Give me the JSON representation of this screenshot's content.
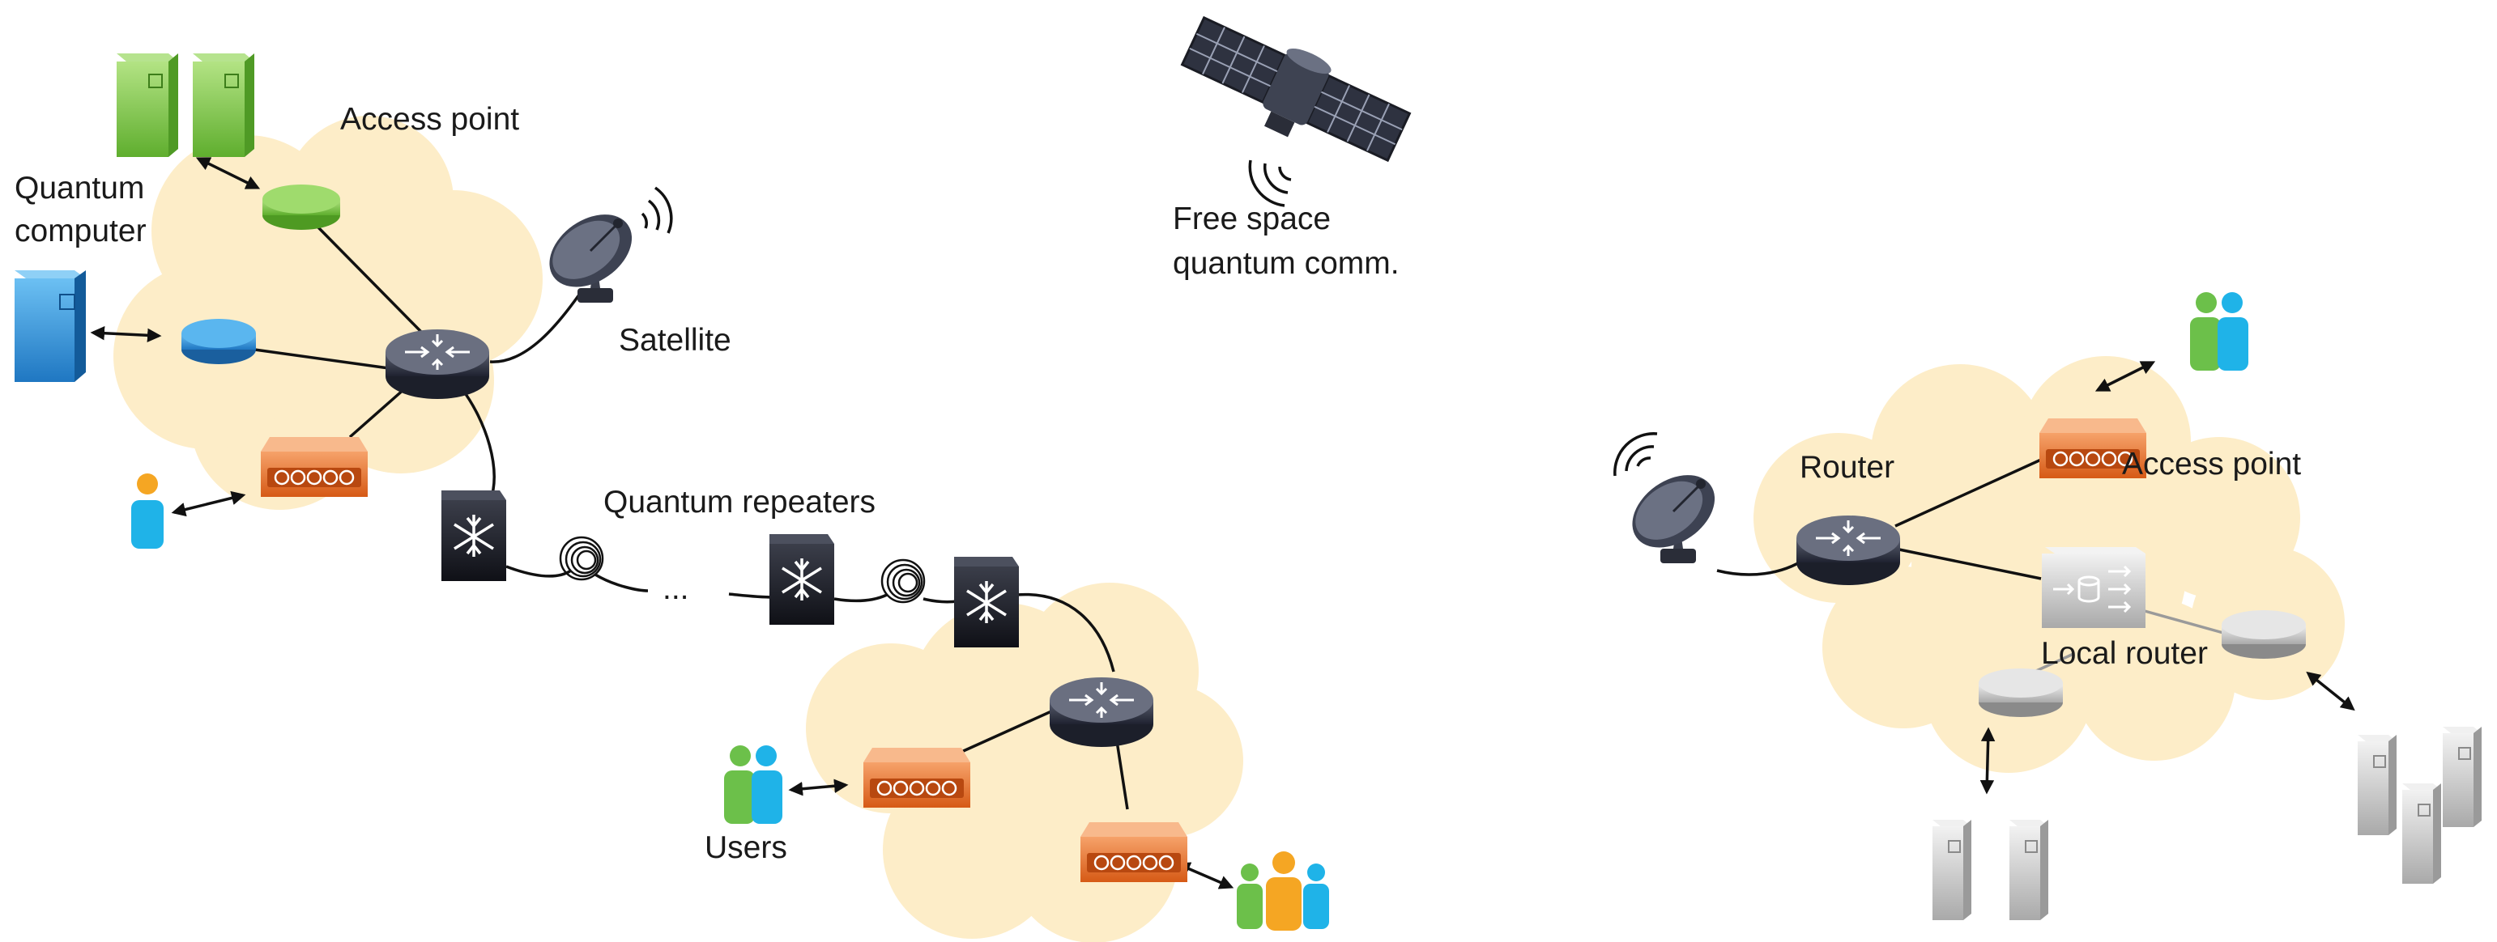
{
  "labels": {
    "access_point_left": "Access point",
    "quantum_computer_line1": "Quantum",
    "quantum_computer_line2": "computer",
    "satellite": "Satellite",
    "free_space_line1": "Free space",
    "free_space_line2": "quantum comm.",
    "quantum_repeaters": "Quantum repeaters",
    "ellipsis": "...",
    "users": "Users",
    "router": "Router",
    "access_point_right": "Access point",
    "local_router": "Local router"
  },
  "colors": {
    "cloud": "#fdedc8",
    "access_point_green": "#8ccf5a",
    "quantum_computer_blue": "#2b8fd6",
    "user_orange": "#f5a623",
    "user_cyan": "#1fb3e8",
    "user_green": "#6cc04a",
    "orange_device": "#e8742a",
    "router_dark": "#2c2f3a",
    "repeater_dark": "#1c1e26",
    "gray_device": "#c8c8c8"
  },
  "icons": [
    "quantum-computer-icon",
    "access-point-icon",
    "router-icon",
    "satellite-dish-icon",
    "satellite-icon",
    "quantum-repeater-icon",
    "fiber-coil-icon",
    "optical-device-icon",
    "user-icon",
    "users-group-icon",
    "local-router-icon",
    "gray-server-icon",
    "gray-disk-icon"
  ]
}
